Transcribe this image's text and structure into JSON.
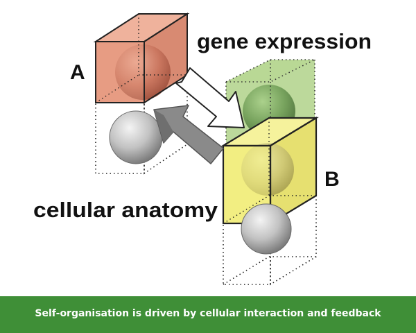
{
  "diagram": {
    "label_gene_expression": "gene expression",
    "label_cellular_anatomy": "cellular anatomy",
    "label_a": "A",
    "label_b": "B"
  },
  "caption": {
    "text": "Self-organisation is driven by cellular interaction and feedback"
  },
  "colors": {
    "cube_a_fill": "#e9a088",
    "cube_gene_fill": "#a6cc7a",
    "cube_b_fill": "#f1ee7e",
    "sphere_fill": "#bdbdbd",
    "arrow_light": "#ffffff",
    "arrow_dark": "#808080",
    "caption_bar": "#3f8f37"
  }
}
